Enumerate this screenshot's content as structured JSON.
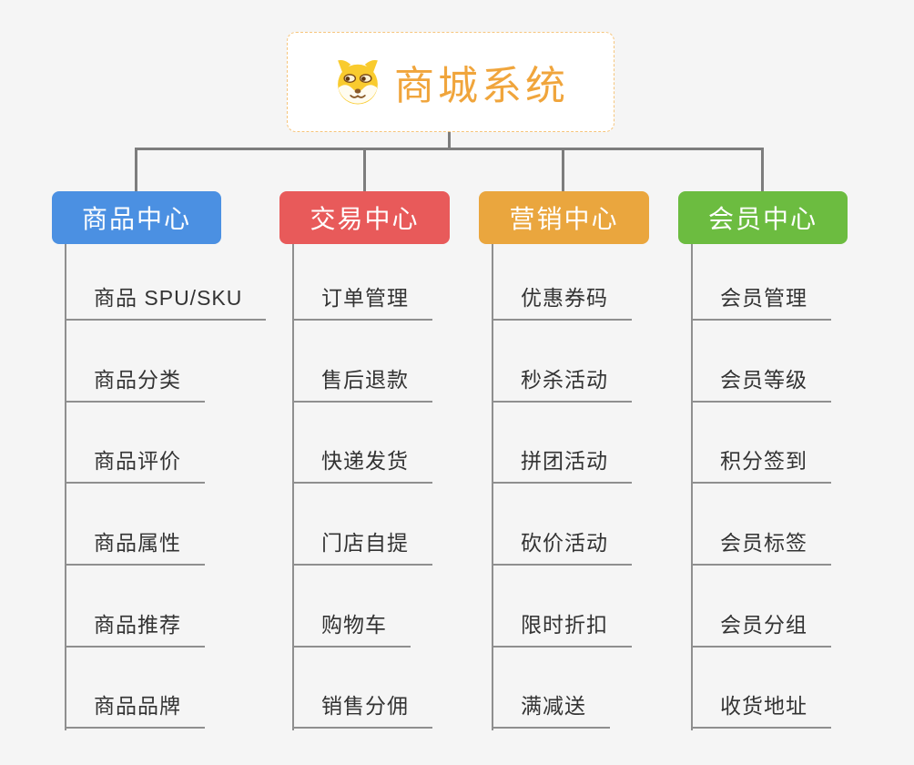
{
  "root": {
    "title": "商城系统",
    "icon": "dog-face-icon",
    "title_color": "#f0a53c",
    "border_color": "#f6c57c",
    "background": "#ffffff"
  },
  "branches": [
    {
      "label": "商品中心",
      "color": "#4b90e2",
      "children": [
        "商品 SPU/SKU",
        "商品分类",
        "商品评价",
        "商品属性",
        "商品推荐",
        "商品品牌"
      ]
    },
    {
      "label": "交易中心",
      "color": "#e85a5a",
      "children": [
        "订单管理",
        "售后退款",
        "快递发货",
        "门店自提",
        "购物车",
        "销售分佣"
      ]
    },
    {
      "label": "营销中心",
      "color": "#eaa63e",
      "children": [
        "优惠券码",
        "秒杀活动",
        "拼团活动",
        "砍价活动",
        "限时折扣",
        "满减送"
      ]
    },
    {
      "label": "会员中心",
      "color": "#6cbc40",
      "children": [
        "会员管理",
        "会员等级",
        "积分签到",
        "会员标签",
        "会员分组",
        "收货地址"
      ]
    }
  ],
  "colors": {
    "canvas_background": "#f5f5f5",
    "connector": "#7d7d7d",
    "leaf_line": "#8f8f8f",
    "leaf_text": "#333333"
  }
}
